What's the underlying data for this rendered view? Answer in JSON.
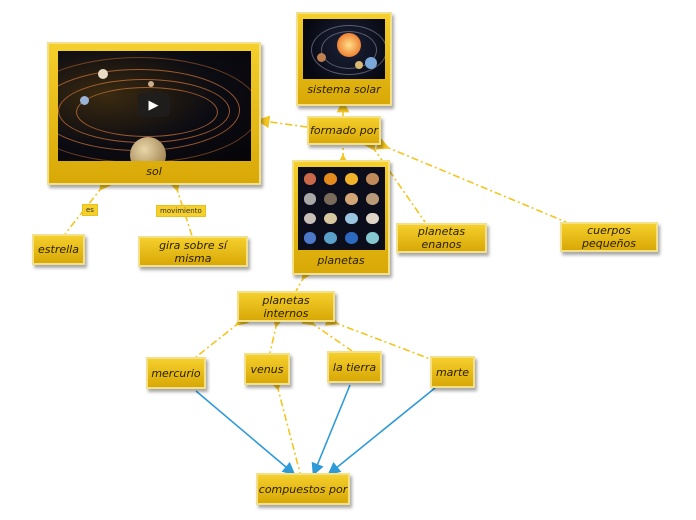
{
  "nodes": {
    "sistema_solar": "sistema solar",
    "formado_por": "formado por",
    "sol": "sol",
    "planetas": "planetas",
    "planetas_enanos": "planetas enanos",
    "cuerpos_pequenos": "cuerpos pequeños",
    "estrella": "estrella",
    "gira": "gira sobre sí misma",
    "planetas_internos": "planetas internos",
    "mercurio": "mercurio",
    "venus": "venus",
    "la_tierra": "la tierra",
    "marte": "marte",
    "compuestos_por": "compuestos por"
  },
  "edge_labels": {
    "es": "es",
    "movimiento": "movimiento"
  },
  "video": {
    "control": "play-button"
  },
  "colors": {
    "node_fill": "#e9bd15",
    "connector_gold": "#f2c521",
    "connector_blue": "#2e9ad8"
  }
}
